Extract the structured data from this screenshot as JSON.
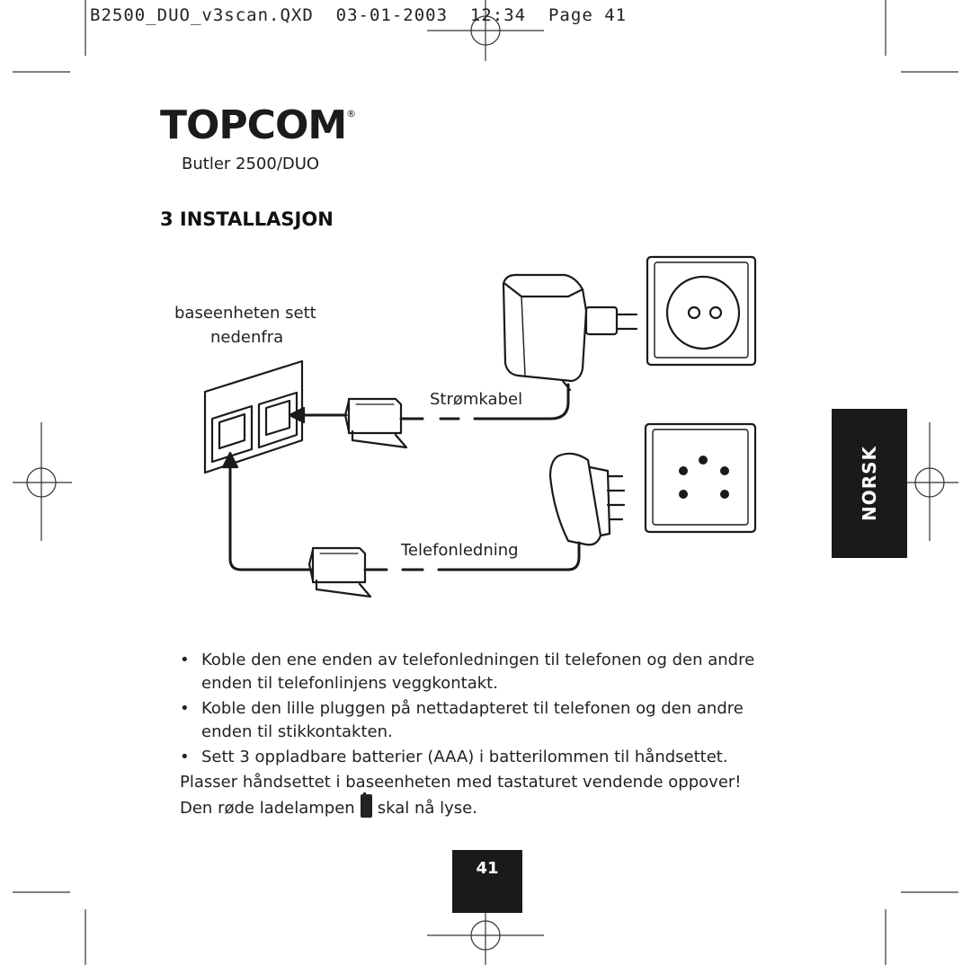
{
  "header": {
    "file_line": "B2500_DUO_v3scan.QXD  03-01-2003  12:34  Page 41"
  },
  "brand": {
    "logo_text": "TOPCOM",
    "registered_mark": "®",
    "model": "Butler 2500/DUO"
  },
  "section": {
    "title": "3 INSTALLASJON"
  },
  "diagram": {
    "base_label_line1": "baseenheten sett",
    "base_label_line2": "nedenfra",
    "power_cable_label": "Strømkabel",
    "phone_cord_label": "Telefonledning"
  },
  "side_tab": {
    "label": "NORSK"
  },
  "instructions": {
    "bullets": [
      "Koble den ene enden av telefonledningen til telefonen og den andre enden til telefonlinjens veggkontakt.",
      "Koble den lille pluggen på nettadapteret til telefonen og den andre enden til stikkontakten.",
      "Sett 3 oppladbare batterier (AAA) i batterilommen til håndsettet."
    ],
    "bullet_char": "•",
    "para_line1": "Plasser håndsettet i baseenheten med tastaturet vendende oppover!",
    "para_line2_before": "Den røde ladelampen",
    "para_line2_after": "skal nå lyse."
  },
  "footer": {
    "page_number": "41"
  },
  "colors": {
    "ink": "#1a1a1a",
    "background": "#ffffff"
  }
}
